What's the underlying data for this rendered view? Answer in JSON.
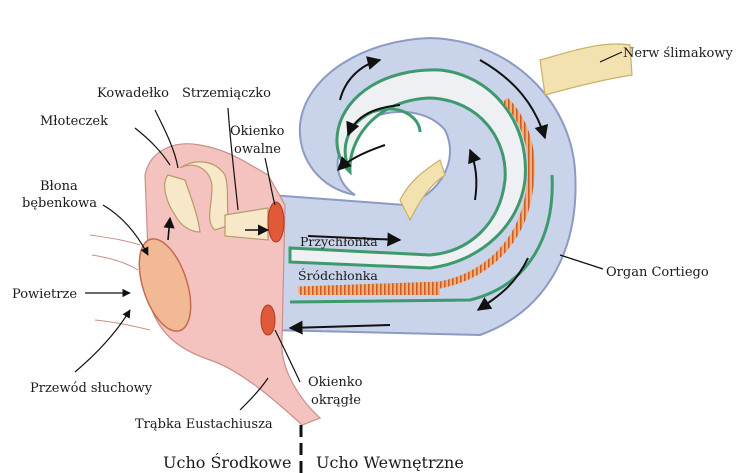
{
  "labels": {
    "nerw": "Nerw ślimakowy",
    "kowadelko": "Kowadełko",
    "strzemiaczko": "Strzemiączko",
    "mloteczek": "Młoteczek",
    "okienko_owalne_1": "Okienko",
    "okienko_owalne_2": "owalne",
    "blona_1": "Błona",
    "blona_2": "bębenkowa",
    "przychlonka": "Przychłonka",
    "srodchlonka": "Śródchłonka",
    "organ": "Organ Cortiego",
    "powietrze": "Powietrze",
    "przewod": "Przewód słuchowy",
    "okienko_okragle_1": "Okienko",
    "okienko_okragle_2": "okrągłe",
    "trabka": "Trąbka Eustachiusza",
    "ucho_srodkowe": "Ucho Środkowe",
    "ucho_wewnetrzne": "Ucho Wewnętrzne"
  },
  "colors": {
    "cochlea_fill": "#c9d3ea",
    "cochlea_stroke": "#8d9ac4",
    "middle_ear": "#f4c3c0",
    "membrane_green": "#3e9a6c",
    "organ_orange": "#e58a4e",
    "window_red": "#e05a3a",
    "nerve": "#f3e2b0"
  }
}
